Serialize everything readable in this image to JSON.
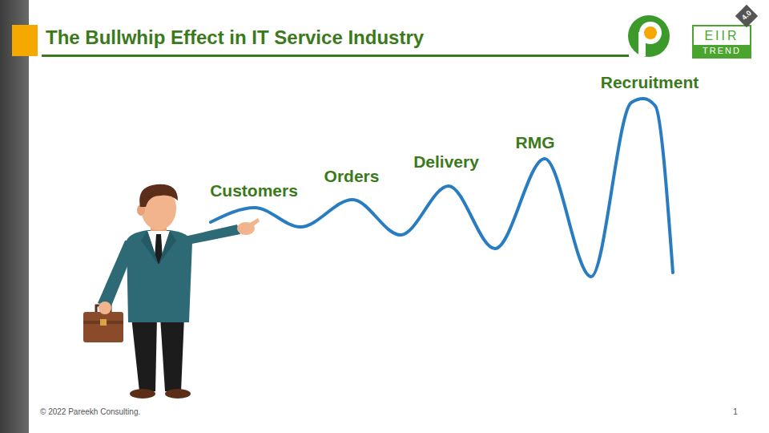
{
  "diagram": {
    "title": "The Bullwhip Effect in IT Service Industry",
    "labels": [
      "Customers",
      "Orders",
      "Delivery",
      "RMG",
      "Recruitment",
      "EIIR",
      "TREND",
      "4.0",
      "© 2022 Pareekh Consulting.",
      "1"
    ]
  }
}
